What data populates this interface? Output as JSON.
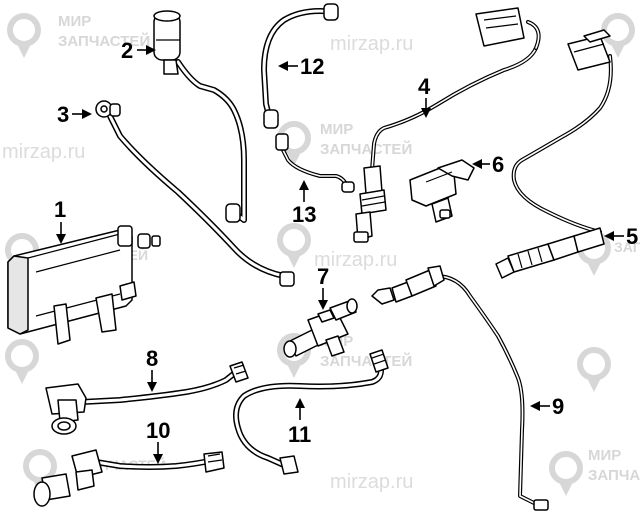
{
  "watermarks": [
    {
      "line1": "МИР",
      "line2": "ЗАПЧАСТЕЙ"
    },
    {
      "line1": "МИР",
      "line2": "ЗАПЧАСТЕЙ"
    },
    {
      "line1": "МИР",
      "line2": "ЗАПЧАСТЕЙ"
    },
    {
      "line1": "МИР",
      "line2": "ЗАПЧАСТЕЙ"
    },
    {
      "line1": "МИР",
      "line2": "ЗАПЧАСТЕЙ"
    },
    {
      "line1": "МИР",
      "line2": "ЗАПЧАСТЕЙ"
    },
    {
      "line1": "МИР",
      "line2": "ЗАПЧАСТЕЙ"
    }
  ],
  "watermark_urls": [
    "mirzap.ru",
    "mirzap.ru",
    "mirzap.ru",
    "mirzap.ru"
  ],
  "callouts": [
    "1",
    "2",
    "3",
    "4",
    "5",
    "6",
    "7",
    "8",
    "9",
    "10",
    "11",
    "12",
    "13"
  ],
  "colors": {
    "line": "#000000",
    "watermark": "#d7d7d7",
    "background": "#ffffff"
  }
}
